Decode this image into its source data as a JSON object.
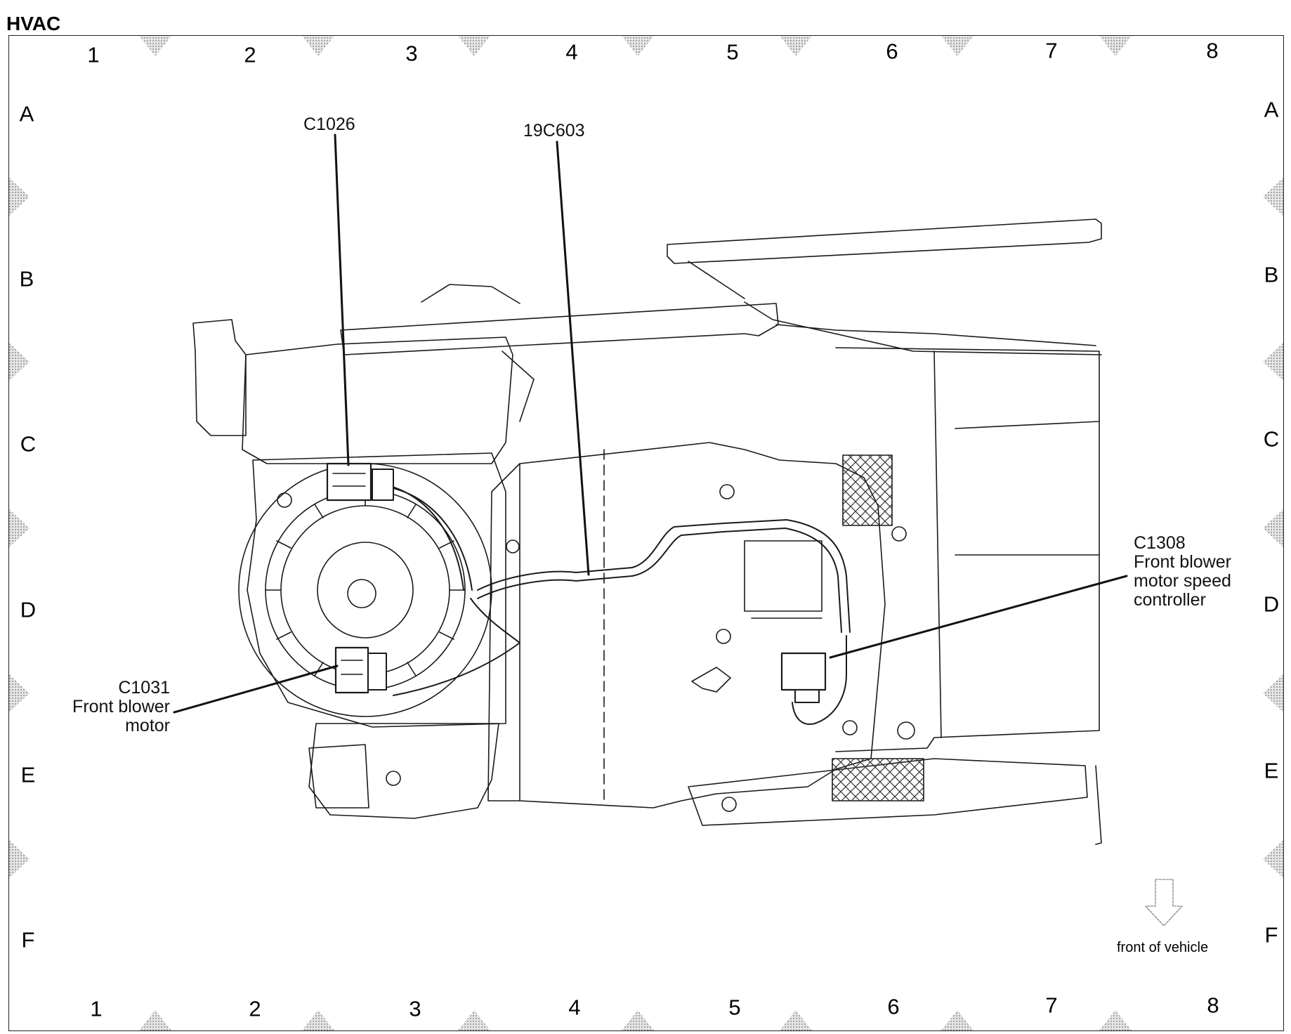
{
  "title": "HVAC",
  "grid": {
    "columns": [
      "1",
      "2",
      "3",
      "4",
      "5",
      "6",
      "7",
      "8"
    ],
    "rows": [
      "A",
      "B",
      "C",
      "D",
      "E",
      "F"
    ]
  },
  "callouts": {
    "c1026": "C1026",
    "harness": "19C603",
    "c1308": {
      "code": "C1308",
      "line1": "Front blower",
      "line2": "motor speed",
      "line3": "controller"
    },
    "c1031": {
      "code": "C1031",
      "line1": "Front blower",
      "line2": "motor"
    }
  },
  "orientation_label": "front of vehicle",
  "colors": {
    "line": "#1a1a1a",
    "frame_marker": "#b0b0b0"
  }
}
